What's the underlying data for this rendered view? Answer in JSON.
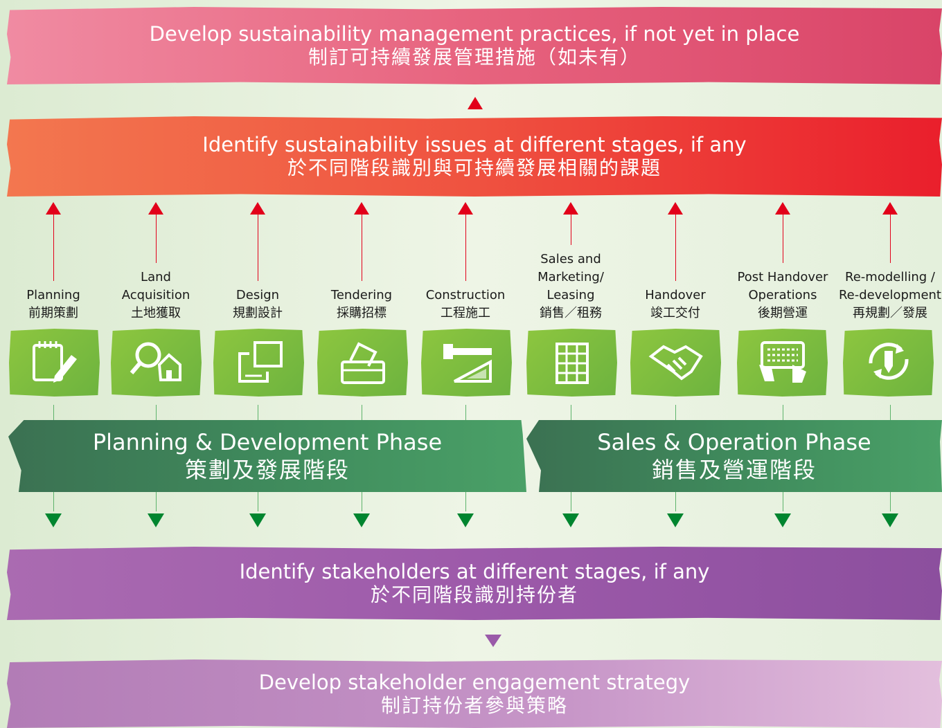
{
  "top_box": {
    "en": "Develop sustainability management practices, if not yet in place",
    "zh": "制訂可持續發展管理措施（如未有）"
  },
  "issues_box": {
    "en": "Identify sustainability issues at different stages, if any",
    "zh": "於不同階段識別與可持續發展相關的課題"
  },
  "stages": [
    {
      "en": "Planning",
      "zh": "前期策劃",
      "icon": "notepad-pencil-icon"
    },
    {
      "en": "Land Acquisition",
      "zh": "土地獲取",
      "icon": "magnifier-house-icon"
    },
    {
      "en": "Design",
      "zh": "規劃設計",
      "icon": "design-frames-icon"
    },
    {
      "en": "Tendering",
      "zh": "採購招標",
      "icon": "ballot-box-icon"
    },
    {
      "en": "Construction",
      "zh": "工程施工",
      "icon": "t-square-triangle-icon"
    },
    {
      "en": "Sales and Marketing/ Leasing",
      "zh": "銷售／租務",
      "icon": "building-icon"
    },
    {
      "en": "Handover",
      "zh": "竣工交付",
      "icon": "handshake-icon"
    },
    {
      "en": "Post Handover Operations",
      "zh": "後期營運",
      "icon": "keyboard-hands-icon"
    },
    {
      "en": "Re-modelling / Re-development",
      "zh": "再規劃／發展",
      "icon": "cycle-pencil-icon"
    }
  ],
  "phases": {
    "planning": {
      "en": "Planning & Development Phase",
      "zh": "策劃及發展階段"
    },
    "sales": {
      "en": "Sales & Operation Phase",
      "zh": "銷售及營運階段"
    }
  },
  "stakeholders_box": {
    "en": "Identify stakeholders at different stages, if any",
    "zh": "於不同階段識別持份者"
  },
  "strategy_box": {
    "en": "Develop stakeholder engagement strategy",
    "zh": "制訂持份者參與策略"
  },
  "colors": {
    "red_arrow": "#e2001a",
    "green_arrow": "#00852f",
    "tile_green": "#7dbd3f",
    "phase_green": "#3f8a5c",
    "purple": "#9a5aa9"
  }
}
